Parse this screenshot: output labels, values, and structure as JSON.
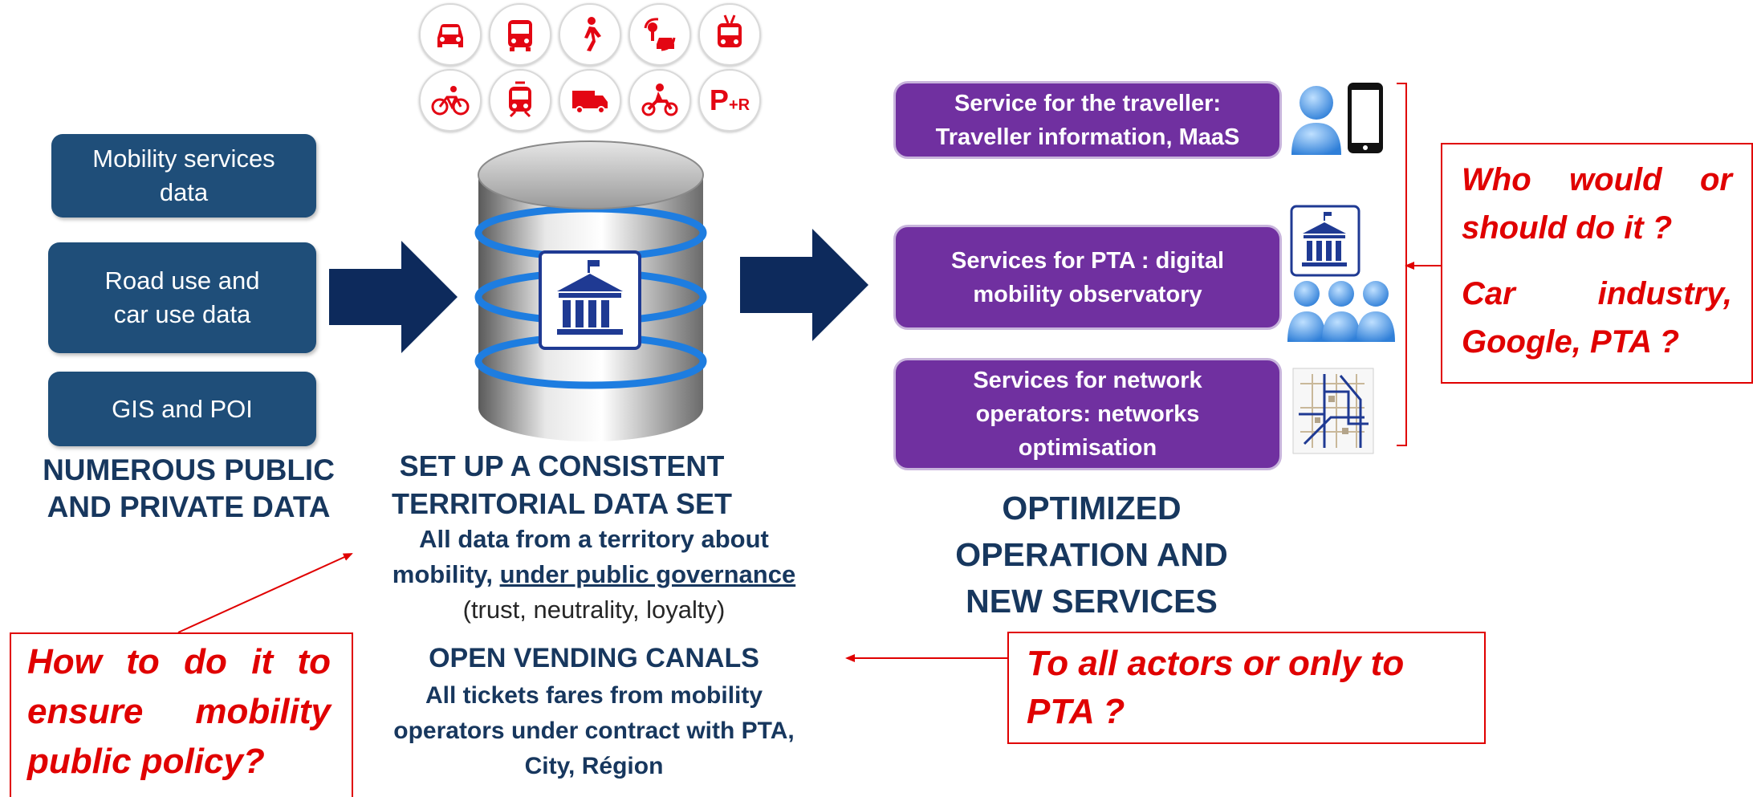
{
  "sources": {
    "items": [
      {
        "label": "Mobility services data"
      },
      {
        "label": "Road use and car use data"
      },
      {
        "label": "GIS and POI"
      }
    ],
    "heading": [
      "NUMEROUS PUBLIC",
      "AND PRIVATE DATA"
    ]
  },
  "central": {
    "heading": [
      "SET UP A CONSISTENT",
      "TERRITORIAL DATA SET"
    ],
    "desc_line1": "All data from a territory about",
    "desc_line2_prefix": "mobility, ",
    "desc_line2_underlined": "under public governance",
    "desc_line3": "(trust, neutrality, loyalty)",
    "canals_heading": "OPEN VENDING CANALS",
    "canals_lines": [
      "All tickets fares from mobility",
      "operators under contract with PTA,",
      "City, Région"
    ]
  },
  "mode_icons": [
    "car-icon",
    "bus-icon",
    "walking-icon",
    "car-sharing-icon",
    "trolleybus-icon",
    "bicycle-icon",
    "tram-icon",
    "truck-icon",
    "motorbike-icon",
    "park-and-ride-icon"
  ],
  "park_and_ride_label": {
    "p": "P",
    "r": "+R"
  },
  "services": {
    "items": [
      {
        "lines": [
          "Service for the traveller:",
          "Traveller information, MaaS"
        ]
      },
      {
        "lines": [
          "Services for PTA : digital",
          "mobility observatory"
        ]
      },
      {
        "lines": [
          "Services for network",
          "operators: networks",
          "optimisation"
        ]
      }
    ],
    "heading": [
      "OPTIMIZED",
      "OPERATION AND",
      "NEW SERVICES"
    ]
  },
  "questions": {
    "who": [
      "Who would or",
      "should do it ?"
    ],
    "who_answer": [
      "Car industry,",
      "Google, PTA ?"
    ],
    "how": [
      "How to do it to",
      "ensure mobility",
      "public policy?"
    ],
    "to_all": [
      "To all actors or only to",
      "PTA ?"
    ]
  },
  "colors": {
    "source_box": "#1f4e79",
    "service_box": "#7030a0",
    "arrow": "#0d2a5c",
    "question": "#e00000",
    "mode_icon": "#e30613"
  }
}
